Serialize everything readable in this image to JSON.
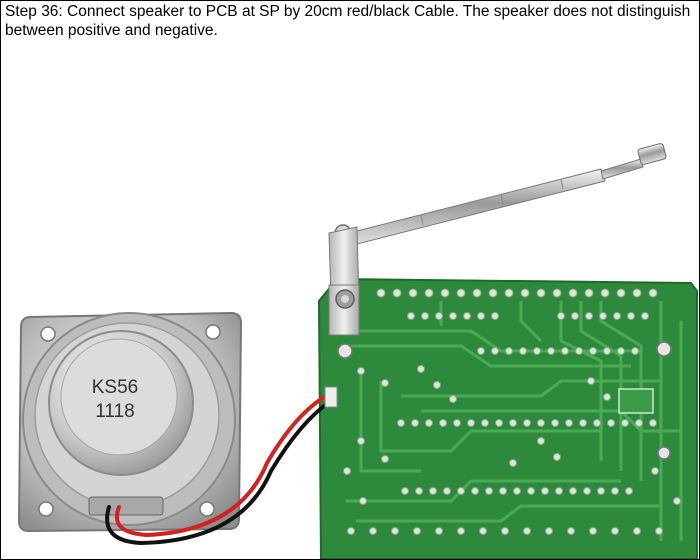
{
  "caption": "Step 36: Connect speaker to PCB at SP by 20cm red/black Cable. The speaker does not distinguish between positive and negative.",
  "speaker": {
    "label_line1": "KS56",
    "label_line2": "1118"
  },
  "colors": {
    "pcb_green": "#2f8f3f",
    "trace_green": "#4fb35a",
    "cable_red": "#d42020",
    "cable_black": "#111111",
    "metal": "#c8c8c8"
  }
}
